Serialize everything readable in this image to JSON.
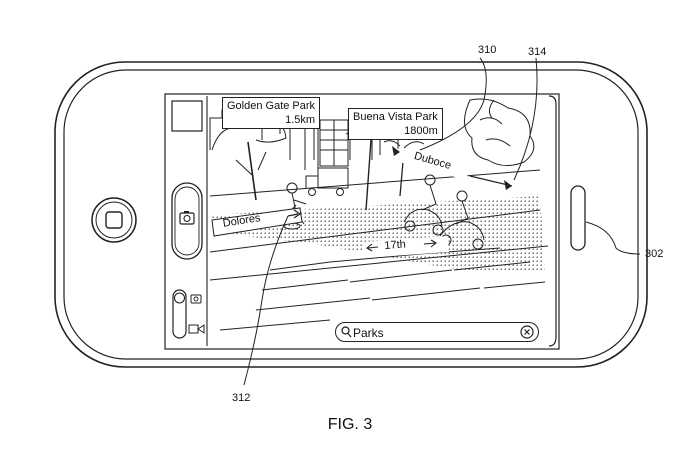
{
  "figure": {
    "caption": "FIG. 3",
    "reference_numerals": {
      "device": "302",
      "label_left": "312",
      "label_mid": "310",
      "label_right": "314"
    }
  },
  "screen": {
    "poi_labels": [
      {
        "name": "Golden Gate Park",
        "distance": "1.5km"
      },
      {
        "name": "Buena Vista Park",
        "distance": "1800m"
      }
    ],
    "street_labels": {
      "dolores": "Dolores",
      "duboce": "Duboce",
      "seventeenth": "17th"
    },
    "search": {
      "value": "Parks",
      "icon": "magnifier-icon",
      "clear_icon": "clear-icon"
    }
  },
  "controls": {
    "home_button_icon": "home-button-icon",
    "shutter_icon": "camera-icon",
    "mode_icons": [
      "photo-mode-icon",
      "video-mode-icon"
    ]
  }
}
